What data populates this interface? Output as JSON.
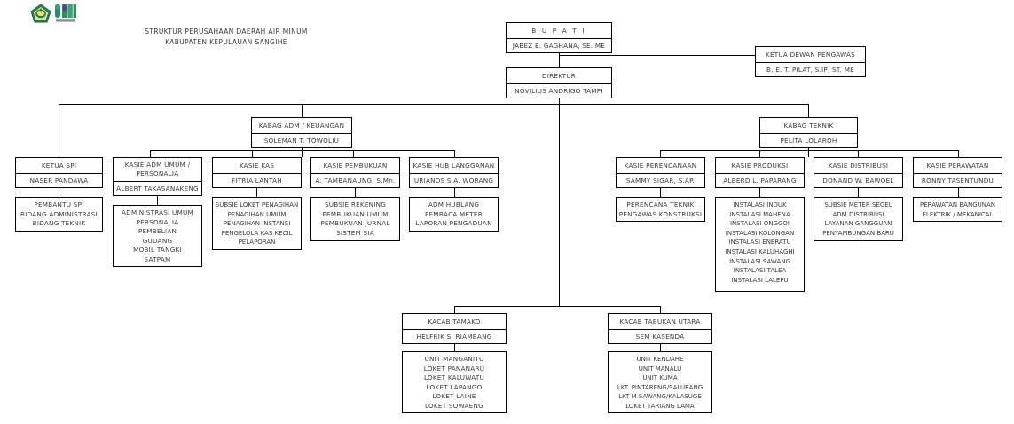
{
  "header": {
    "title_line1": "STRUKTUR PERUSAHAAN DAERAH AIR MINUM",
    "title_line2": "KABUPATEN KEPULAUAN SANGIHE",
    "logo_left_name": "kabupaten-sangihe-emblem-icon",
    "logo_right_name": "pdam-logo-icon"
  },
  "nodes": {
    "bupati": {
      "title": "B U P A T I",
      "name": "JABEZ E. GAGHANA, SE. ME"
    },
    "dewan_pengawas": {
      "title": "KETUA DEWAN PENGAWAS",
      "name": "B. E. T. PILAT, S.IP, ST. ME"
    },
    "direktur": {
      "title": "DIREKTUR",
      "name": "NOVILIUS ANDRIGO TAMPI"
    },
    "kabag_adm": {
      "title": "KABAG ADM / KEUANGAN",
      "name": "SOLEMAN T. TOWOLIU"
    },
    "kabag_teknik": {
      "title": "KABAG TEKNIK",
      "name": "PELITA LOLAROH"
    },
    "ketua_spi": {
      "title": "KETUA  SPI",
      "name": "NASER PANDAWA"
    },
    "kasie_adm_umum": {
      "title_line1": "KASIE ADM UMUM /",
      "title_line2": "PERSONALIA",
      "name": "ALBERT TAKASANAKENG"
    },
    "kasie_kas": {
      "title": "KASIE KAS",
      "name": "FITRIA LANTAH"
    },
    "kasie_pembukuan": {
      "title": "KASIE PEMBUKUAN",
      "name": "A. TAMBANAUNG, S.Mn."
    },
    "kasie_hub_langganan": {
      "title": "KASIE HUB LANGGANAN",
      "name": "URIANDS S.A. WORANG"
    },
    "kasie_perencanaan": {
      "title": "KASIE PERENCANAAN",
      "name": "SAMMY SIGAR, S.AP."
    },
    "kasie_produksi": {
      "title": "KASIE PRODUKSI",
      "name": "ALBERD L. PAPARANG"
    },
    "kasie_distribusi": {
      "title": "KASIE DISTRIBUSI",
      "name": "DONAND W. BAWOEL"
    },
    "kasie_perawatan": {
      "title": "KASIE PERAWATAN",
      "name": "RONNY TASENTUNDU"
    },
    "kacab_tamako": {
      "title": "KACAB TAMAKO",
      "name": "HELFRIK S. RIAMBANG"
    },
    "kacab_tabukan_utara": {
      "title": "KACAB TABUKAN UTARA",
      "name": "SEM KASENDA"
    }
  },
  "lists": {
    "spi_items": [
      "PEMBANTU SPI",
      "BIDANG ADMINISTRASI",
      "BIDANG TEKNIK"
    ],
    "adm_umum_items": [
      "ADMINISTRASI UMUM",
      "PERSONALIA",
      "PEMBELIAN",
      "GUDANG",
      "MOBIL TANGKI",
      "SATPAM"
    ],
    "kas_items": [
      "SUBSIE LOKET PENAGIHAN",
      "PENAGIHAN UMUM",
      "PENAGIHAN INSTANSI",
      "PENGELOLA KAS KECIL",
      "PELAPORAN"
    ],
    "pembukuan_items": [
      "SUBSIE REKENING",
      "PEMBUKUAN UMUM",
      "PEMBUKUAN JURNAL",
      "SISTEM SIA"
    ],
    "hub_langganan_items": [
      "ADM HUBLANG",
      "PEMBACA METER",
      "LAPORAN PENGADUAN"
    ],
    "perencanaan_items": [
      "PERENCANA TEKNIK",
      "PENGAWAS KONSTRUKSI"
    ],
    "produksi_items": [
      "INSTALASI INDUK",
      "INSTALASI MAHENA",
      "INSTALASI ONGGOI",
      "INSTALASI KOLONGAN",
      "INSTALASI ENERATU",
      "INSTALASI KALUHAGHI",
      "INSTALASI SAWANG",
      "INSTALASI TALEA",
      "INSTALASI LALEPU"
    ],
    "distribusi_items": [
      "SUBSIE METER SEGEL",
      "ADM DISTRIBUSI",
      "LAYANAN GANGGUAN",
      "PENYAMBUNGAN BARU"
    ],
    "perawatan_items": [
      "PERAWATAN BANGUNAN",
      "ELEKTRIK / MEKANICAL"
    ],
    "tamako_items": [
      "UNIT MANGANITU",
      "LOKET PANANARU",
      "LOKET KALUWATU",
      "LOKET LAPANGO",
      "LOKET LAINE",
      "LOKET SOWAENG"
    ],
    "tabukan_utara_items": [
      "UNIT KENDAHE",
      "UNIT MANALU",
      "UNIT KUMA",
      "LKT. PINTARENG/SALURANG",
      "LKT M.SAWANG/KALASUGE",
      "LOKET TARIANG LAMA"
    ]
  },
  "colors": {
    "line": "#000000",
    "text": "#3a3a3a",
    "background": "#ffffff",
    "logo_green": "#1f7a3d",
    "logo_teal": "#2e8b6f"
  }
}
